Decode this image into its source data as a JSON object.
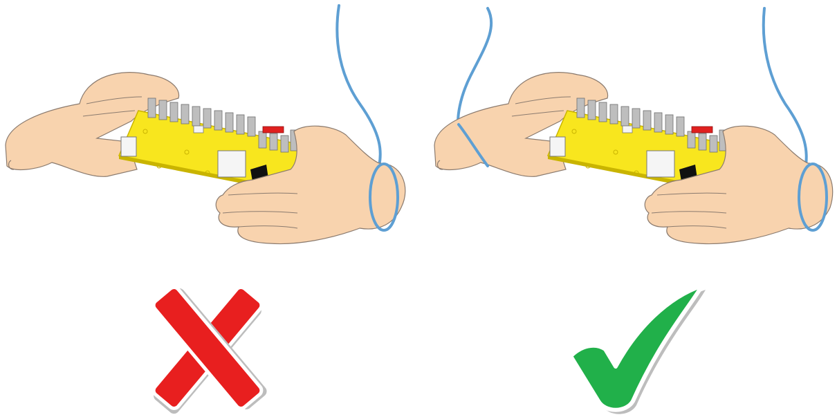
{
  "panels": [
    {
      "id": "wrong",
      "verdict": "incorrect",
      "strap_on_both_wrists": false,
      "mark_icon": "cross-icon"
    },
    {
      "id": "correct",
      "verdict": "correct",
      "strap_on_both_wrists": true,
      "mark_icon": "check-icon"
    }
  ],
  "colors": {
    "skin": "#F8D3AE",
    "skin_outline": "#8A7A6E",
    "board": "#F8E61E",
    "board_edge": "#C9B400",
    "heatsink": "#BEBEBE",
    "heatsink_dark": "#8E8E8E",
    "connector_white": "#F5F5F5",
    "connector_red": "#E0201F",
    "strap": "#5E9FD3",
    "cross": "#E81F1F",
    "check": "#21B04A"
  }
}
